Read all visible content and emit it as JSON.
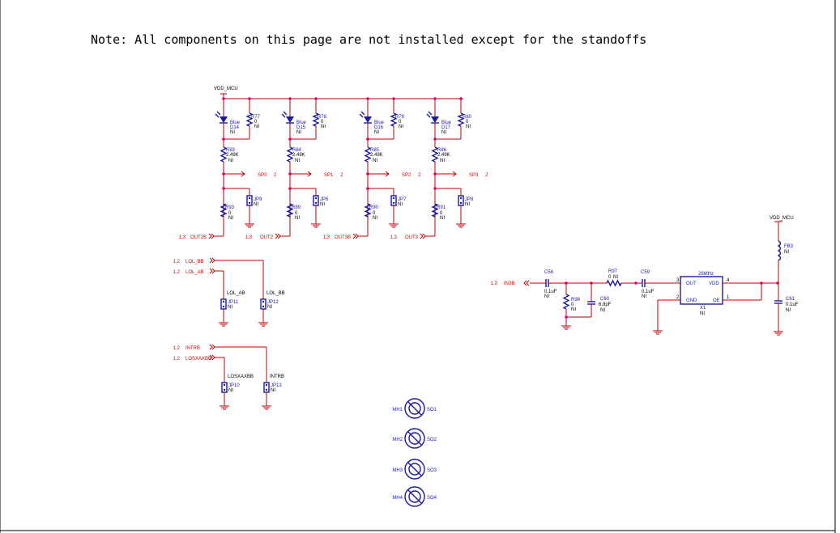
{
  "note": "Note:  All components on this page are not installed except for the standoffs",
  "power": {
    "vdd_mcu": "VDD_MCU"
  },
  "leds": [
    {
      "led": "D14",
      "color": "Blue",
      "ni": "NI",
      "rpar": "R77",
      "rpar_val": "0",
      "rser": "R83",
      "rser_val": "2.49K",
      "sp": "SP0",
      "sp_pin": "2",
      "jp": "JP9",
      "rbot": "R93",
      "rbot_val": "0",
      "out_prefix": "1,3",
      "out": "OUT2B"
    },
    {
      "led": "D15",
      "color": "Blue",
      "ni": "NI",
      "rpar": "R78",
      "rpar_val": "0",
      "rser": "R84",
      "rser_val": "2.49K",
      "sp": "SP1",
      "sp_pin": "2",
      "jp": "JP6",
      "rbot": "R89",
      "rbot_val": "0",
      "out_prefix": "1,3",
      "out": "OUT2"
    },
    {
      "led": "D16",
      "color": "Blue",
      "ni": "NI",
      "rpar": "R79",
      "rpar_val": "0",
      "rser": "R85",
      "rser_val": "2.49K",
      "sp": "SP2",
      "sp_pin": "2",
      "jp": "JP7",
      "rbot": "R90",
      "rbot_val": "0",
      "out_prefix": "1,3",
      "out": "OUT3B"
    },
    {
      "led": "D17",
      "color": "Blue",
      "ni": "NI",
      "rpar": "R80",
      "rpar_val": "0",
      "rser": "R86",
      "rser_val": "2.49K",
      "sp": "SP3",
      "sp_pin": "2",
      "jp": "JP8",
      "rbot": "R91",
      "rbot_val": "0",
      "out_prefix": "1,3",
      "out": "OUT3"
    }
  ],
  "lol": {
    "in1_prefix": "1,2",
    "in1": "LOL_BB",
    "in2_prefix": "1,2",
    "in2": "LOL_AB",
    "jp_a": "JP11",
    "jp_a_label": "LOL_AB",
    "jp_b": "JP12",
    "jp_b_label": "LOL_BB",
    "ni": "NI"
  },
  "intr": {
    "in1_prefix": "1,2",
    "in1": "INTRB",
    "in2_prefix": "1,2",
    "in2": "LOSXAXBB",
    "jp_a": "JP10",
    "jp_a_label": "LOSXAXBB",
    "jp_b": "JP13",
    "jp_b_label": "INTRB",
    "ni": "NI"
  },
  "osc": {
    "in_prefix": "1,3",
    "in": "IN3B",
    "c58": "C58",
    "c58_val": "0.1uF",
    "r97": "R97",
    "r97_val": "0",
    "r98": "R98",
    "r98_val": "0",
    "c60": "C60",
    "c60_val": "6.8pF",
    "c59": "C59",
    "c59_val": "0.1uF",
    "x1": "X1",
    "x1_freq": "26MHz",
    "pin_out": "OUT",
    "pin_vdd": "VDD",
    "pin_gnd": "GND",
    "pin_oe": "OE",
    "pin3": "3",
    "pin4": "4",
    "pin2": "2",
    "pin1": "1",
    "fb3": "FB3",
    "c61": "C61",
    "c61_val": "0.1uF",
    "vdd": "VDD_MCU",
    "ni": "NI"
  },
  "mounting": [
    {
      "mh": "MH1",
      "so": "SO1"
    },
    {
      "mh": "MH2",
      "so": "SO2"
    },
    {
      "mh": "MH3",
      "so": "SO3"
    },
    {
      "mh": "MH4",
      "so": "SO4"
    }
  ],
  "colors": {
    "wire": "#c00000",
    "component": "#1a1aa0",
    "junction": "#e0007a"
  }
}
